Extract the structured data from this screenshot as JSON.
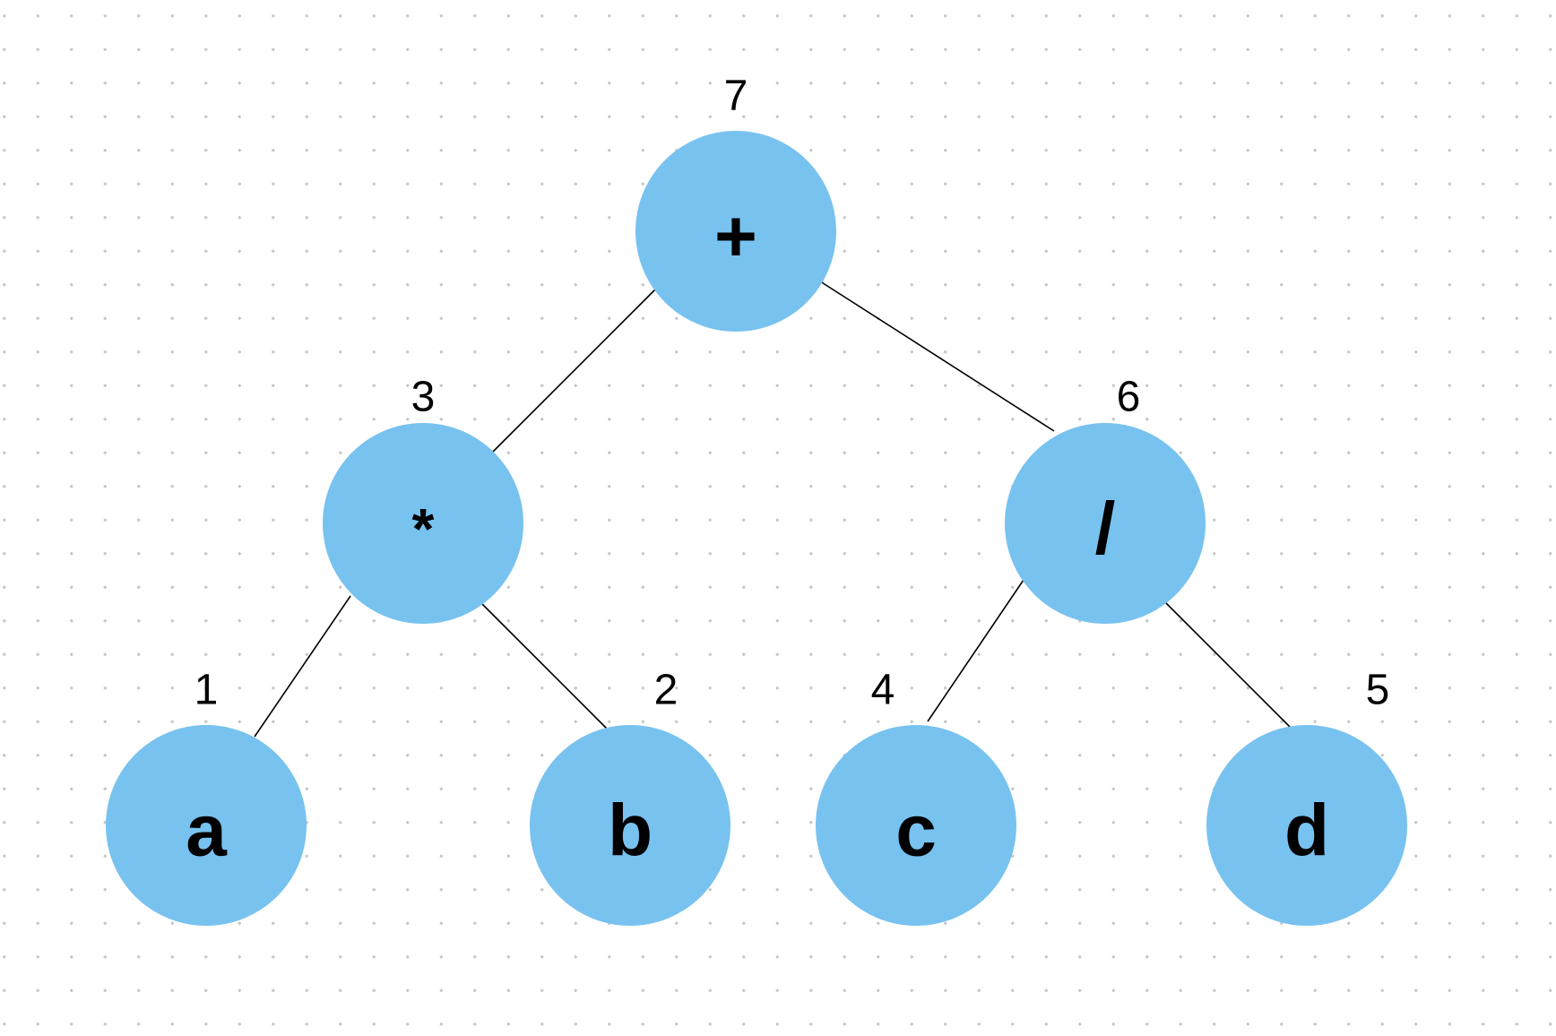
{
  "diagram": {
    "node_color": "#78c2f0",
    "edge_color": "#000000",
    "nodes": [
      {
        "id": "n7",
        "symbol": "+",
        "order": "7"
      },
      {
        "id": "n3",
        "symbol": "*",
        "order": "3"
      },
      {
        "id": "n6",
        "symbol": "/",
        "order": "6"
      },
      {
        "id": "n1",
        "symbol": "a",
        "order": "1"
      },
      {
        "id": "n2",
        "symbol": "b",
        "order": "2"
      },
      {
        "id": "n4",
        "symbol": "c",
        "order": "4"
      },
      {
        "id": "n5",
        "symbol": "d",
        "order": "5"
      }
    ],
    "edges": [
      {
        "from": "n7",
        "to": "n3"
      },
      {
        "from": "n7",
        "to": "n6"
      },
      {
        "from": "n3",
        "to": "n1"
      },
      {
        "from": "n3",
        "to": "n2"
      },
      {
        "from": "n6",
        "to": "n4"
      },
      {
        "from": "n6",
        "to": "n5"
      }
    ]
  }
}
